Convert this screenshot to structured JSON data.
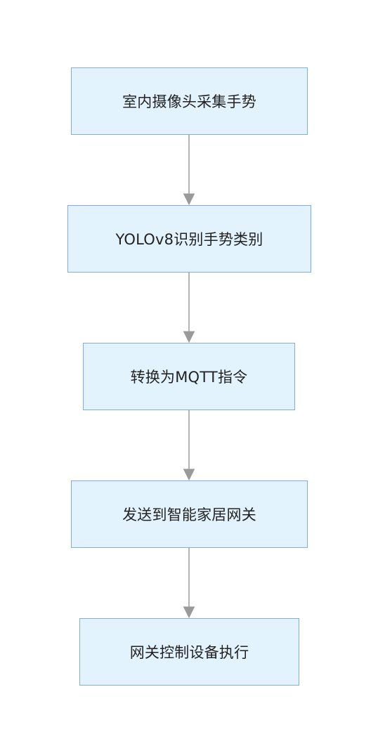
{
  "flowchart": {
    "nodes": [
      {
        "id": "n1",
        "label": "室内摄像头采集手势"
      },
      {
        "id": "n2",
        "label": "YOLOv8识别手势类别"
      },
      {
        "id": "n3",
        "label": "转换为MQTT指令"
      },
      {
        "id": "n4",
        "label": "发送到智能家居网关"
      },
      {
        "id": "n5",
        "label": "网关控制设备执行"
      }
    ],
    "edges": [
      {
        "from": "n1",
        "to": "n2"
      },
      {
        "from": "n2",
        "to": "n3"
      },
      {
        "from": "n3",
        "to": "n4"
      },
      {
        "from": "n4",
        "to": "n5"
      }
    ],
    "colors": {
      "node_fill": "#e3f3fd",
      "node_border": "#7eaee8",
      "edge": "#9a9a9a",
      "text": "#222222"
    }
  }
}
